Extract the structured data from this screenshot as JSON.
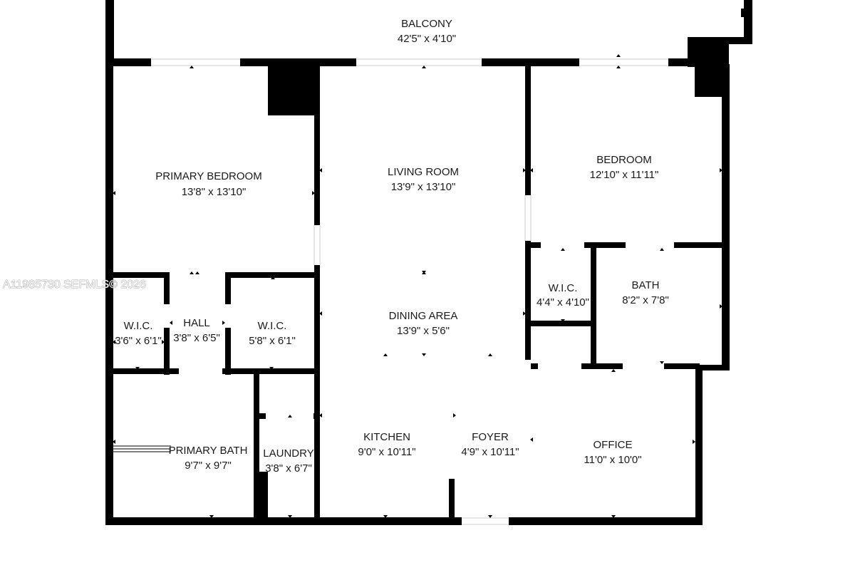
{
  "watermark": "A11985730  SEFMLS© 2026",
  "rooms": {
    "balcony": {
      "name": "BALCONY",
      "dims": "42'5\" x 4'10\""
    },
    "primary_bedroom": {
      "name": "PRIMARY BEDROOM",
      "dims": "13'8\" x 13'10\""
    },
    "living_room": {
      "name": "LIVING ROOM",
      "dims": "13'9\" x 13'10\""
    },
    "bedroom": {
      "name": "BEDROOM",
      "dims": "12'10\" x 11'11\""
    },
    "wic_right": {
      "name": "W.I.C.",
      "dims": "4'4\" x 4'10\""
    },
    "bath": {
      "name": "BATH",
      "dims": "8'2\" x 7'8\""
    },
    "wic_left": {
      "name": "W.I.C.",
      "dims": "3'6\" x 6'1\""
    },
    "hall": {
      "name": "HALL",
      "dims": "3'8\" x 6'5\""
    },
    "wic_mid": {
      "name": "W.I.C.",
      "dims": "5'8\" x 6'1\""
    },
    "dining_area": {
      "name": "DINING AREA",
      "dims": "13'9\" x 5'6\""
    },
    "primary_bath": {
      "name": "PRIMARY BATH",
      "dims": "9'7\" x 9'7\""
    },
    "laundry": {
      "name": "LAUNDRY",
      "dims": "3'8\" x 6'7\""
    },
    "kitchen": {
      "name": "KITCHEN",
      "dims": "9'0\" x 10'11\""
    },
    "foyer": {
      "name": "FOYER",
      "dims": "4'9\" x 10'11\""
    },
    "office": {
      "name": "OFFICE",
      "dims": "11'0\" x 10'0\""
    }
  }
}
